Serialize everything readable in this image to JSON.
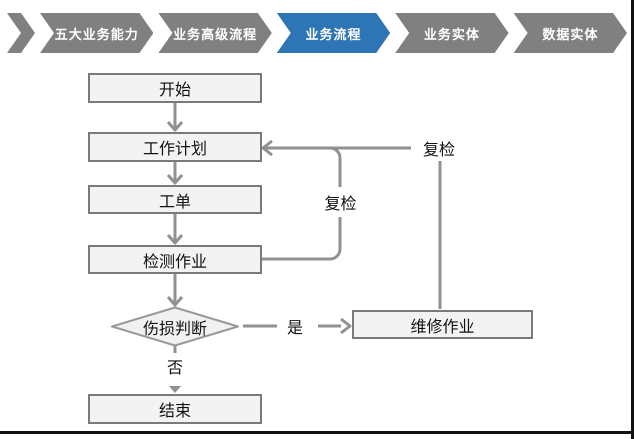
{
  "breadcrumb": {
    "active_index": 2,
    "active_color": "#2e75b6",
    "inactive_color": "#808080",
    "items": [
      {
        "label": "五大业务能力"
      },
      {
        "label": "业务高级流程"
      },
      {
        "label": "业务流程"
      },
      {
        "label": "业务实体"
      },
      {
        "label": "数据实体"
      }
    ]
  },
  "flowchart": {
    "node_fill": "#f3f3f3",
    "node_border": "#7a7a7a",
    "connector_color": "#919191",
    "nodes": {
      "start": {
        "label": "开始"
      },
      "plan": {
        "label": "工作计划"
      },
      "order": {
        "label": "工单"
      },
      "inspect": {
        "label": "检测作业"
      },
      "decision": {
        "label": "伤损判断"
      },
      "repair": {
        "label": "维修作业"
      },
      "end": {
        "label": "结束"
      }
    },
    "edge_labels": {
      "yes": "是",
      "no": "否",
      "recheck_inner": "复检",
      "recheck_outer": "复检"
    }
  }
}
